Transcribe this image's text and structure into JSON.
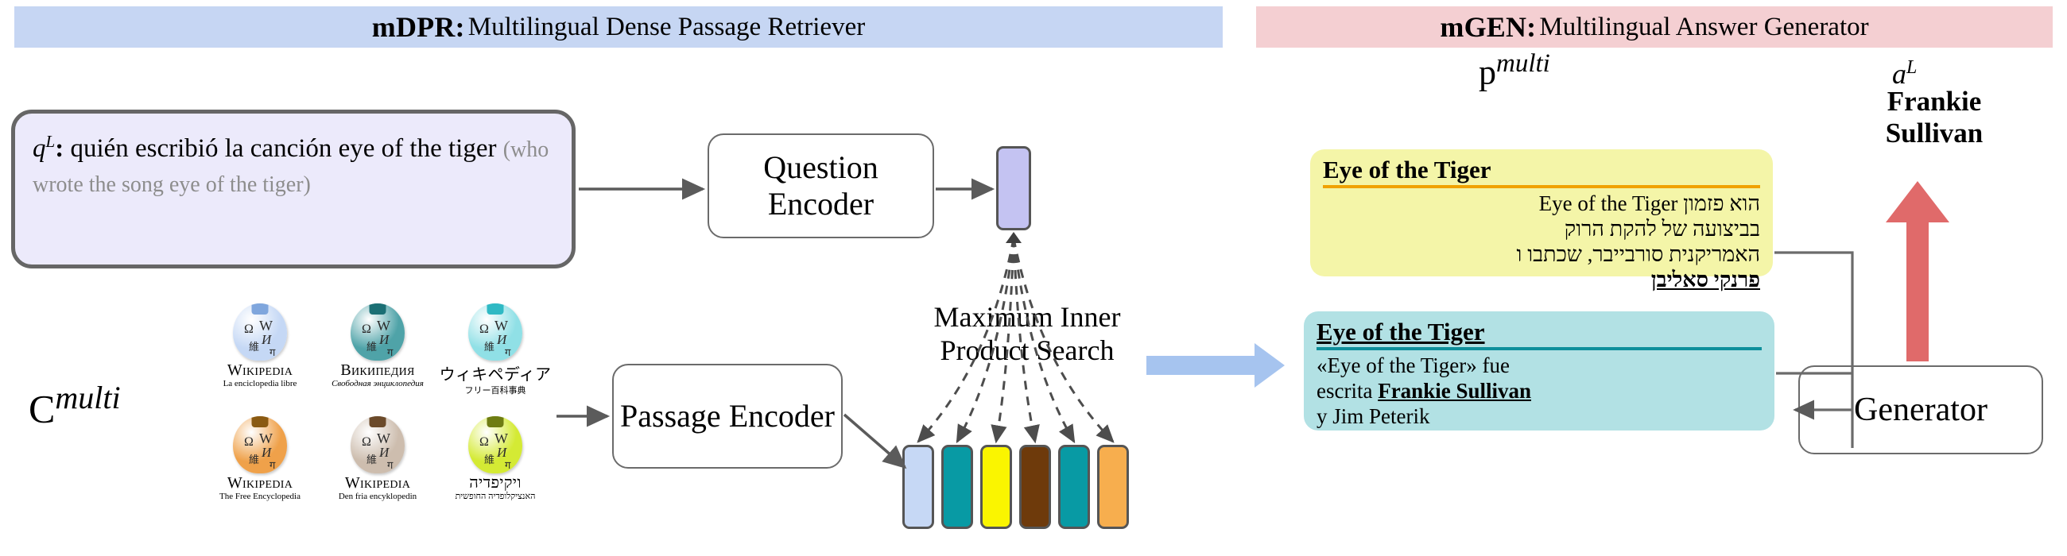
{
  "header": {
    "mdpr": {
      "bold": "mDPR:",
      "rest": "Multilingual Dense Passage Retriever",
      "color": "#c6d6f3"
    },
    "mgen": {
      "bold": "mGEN:",
      "rest": "Multilingual Answer Generator",
      "color": "#f4cfd2"
    }
  },
  "query": {
    "symbol": "q",
    "superscript": "L",
    "colon": ":",
    "text": " quién escribió la canción eye of the tiger",
    "gloss": "(who wrote the song eye of the tiger)"
  },
  "nodes": {
    "question_encoder": "Question Encoder",
    "passage_encoder": "Passage Encoder",
    "generator": "Generator"
  },
  "mips": {
    "label": "Maximum Inner Product Search"
  },
  "corpus": {
    "symbol": "C",
    "superscript": "multi",
    "wikis": [
      {
        "name": "Wikipedia",
        "tagline": "La enciclopedia libre",
        "color": "#c5d8f5",
        "puzzle": "#7fa6dd",
        "italic": false,
        "rtl": false
      },
      {
        "name": "Википедия",
        "tagline": "Свободная энциклопедия",
        "color": "#4fa3a8",
        "puzzle": "#1b6f74",
        "italic": true,
        "rtl": false
      },
      {
        "name": "ウィキペディア",
        "tagline": "フリー百科事典",
        "color": "#90e0e6",
        "puzzle": "#2fb9c4",
        "italic": false,
        "rtl": false
      },
      {
        "name": "Wikipedia",
        "tagline": "The Free Encyclopedia",
        "color": "#efa14a",
        "puzzle": "#8a5a12",
        "italic": false,
        "rtl": false
      },
      {
        "name": "Wikipedia",
        "tagline": "Den fria encyklopedin",
        "color": "#cdbdae",
        "puzzle": "#6b4a2a",
        "italic": false,
        "rtl": false
      },
      {
        "name": "ויקיפדיה",
        "tagline": "האנציקלופדיה החופשית",
        "color": "#d4ea34",
        "puzzle": "#6e7c12",
        "italic": false,
        "rtl": true
      }
    ]
  },
  "vectors": {
    "query_vector_color": "#c4c3f2",
    "passage_vector_colors": [
      "#c6d8f5",
      "#089aa4",
      "#faf500",
      "#6e3a0b",
      "#089aa4",
      "#f7ae4e"
    ]
  },
  "mips_arrow_color": "#a6c4ef",
  "retrieved": {
    "label_symbol": "p",
    "label_superscript": "multi",
    "passages": [
      {
        "lang": "he",
        "title": "Eye of the Tiger",
        "rule_color": "#f0a202",
        "bg_color": "#f4f5a8",
        "line1_ltr": "Eye of the Tiger",
        "line1_rtl": "הוא פזמון",
        "line2": "בביצועה של להקת הרוק",
        "line3": "האמריקנית סורבייבר, שכתבו ו",
        "line4_highlight": "פרנקי סאליבן"
      },
      {
        "lang": "es",
        "title": "Eye of the Tiger",
        "rule_color": "#0e8f9b",
        "bg_color": "#b2e1e4",
        "line1": "«Eye of the Tiger» fue",
        "line2_prefix": "escrita  ",
        "line2_highlight": "Frankie Sullivan",
        "line3": "y Jim Peterik"
      }
    ]
  },
  "answer": {
    "symbol": "a",
    "superscript": "L",
    "text_line1": "Frankie",
    "text_line2": "Sullivan",
    "arrow_color": "#e06a6a"
  }
}
